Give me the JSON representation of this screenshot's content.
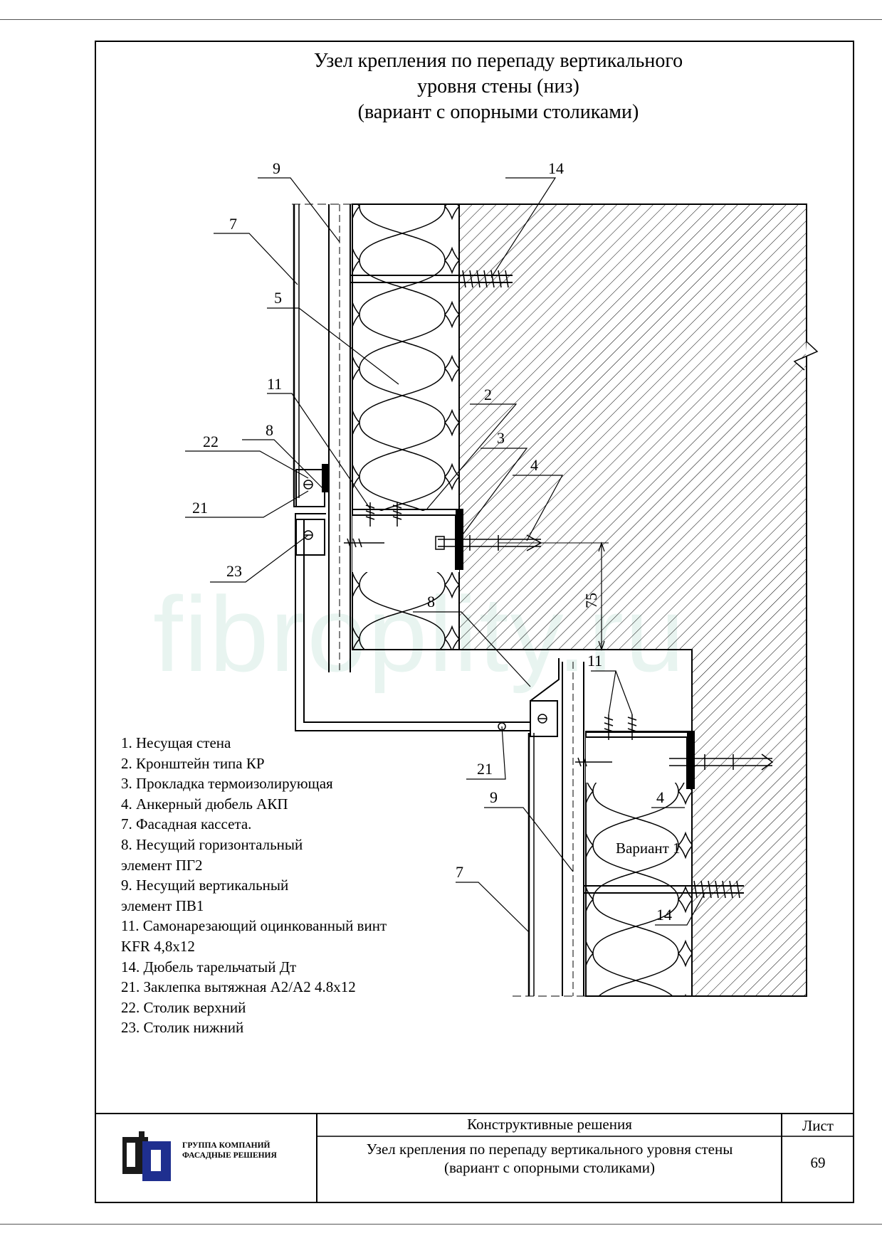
{
  "title": {
    "line1": "Узел крепления по перепаду вертикального",
    "line2": "уровня стены (низ)",
    "line3": "(вариант с опорными столиками)"
  },
  "callouts": {
    "c9_top": "9",
    "c14_top": "14",
    "c7_top": "7",
    "c5": "5",
    "c11_left": "11",
    "c2": "2",
    "c3": "3",
    "c4_top": "4",
    "c22": "22",
    "c8_left": "8",
    "c21_left": "21",
    "c23": "23",
    "c75": "75",
    "c8_mid": "8",
    "c11_right": "11",
    "c21_mid": "21",
    "c9_bottom": "9",
    "c4_bottom": "4",
    "c7_bottom": "7",
    "c14_bottom": "14"
  },
  "variant_label": "Вариант 1",
  "legend": [
    "1. Несущая стена",
    "2. Кронштейн типа КР",
    "3. Прокладка термоизолирующая",
    "4. Анкерный дюбель АКП",
    "7. Фасадная кассета.",
    "8. Несущий горизонтальный",
    "элемент ПГ2",
    "9. Несущий вертикальный",
    "элемент ПВ1",
    "11. Самонарезающий оцинкованный винт",
    "KFR 4,8х12",
    "14. Дюбель тарельчатый Дт",
    "21. Заклепка вытяжная А2/А2 4.8х12",
    "22. Столик верхний",
    "23. Столик нижний"
  ],
  "watermark": "fibroplity.ru",
  "title_block": {
    "section": "Конструктивные решения",
    "sheet_label": "Лист",
    "drawing_title_line1": "Узел крепления по перепаду вертикального уровня стены",
    "drawing_title_line2": "(вариант с опорными столиками)",
    "page_number": "69",
    "company_line1": "ГРУППА КОМПАНИЙ",
    "company_line2": "ФАСАДНЫЕ РЕШЕНИЯ"
  },
  "colors": {
    "line": "#000000",
    "watermark": "#e8f4f0",
    "logo_dark": "#1a1a1a",
    "logo_blue": "#1f2f8f"
  }
}
